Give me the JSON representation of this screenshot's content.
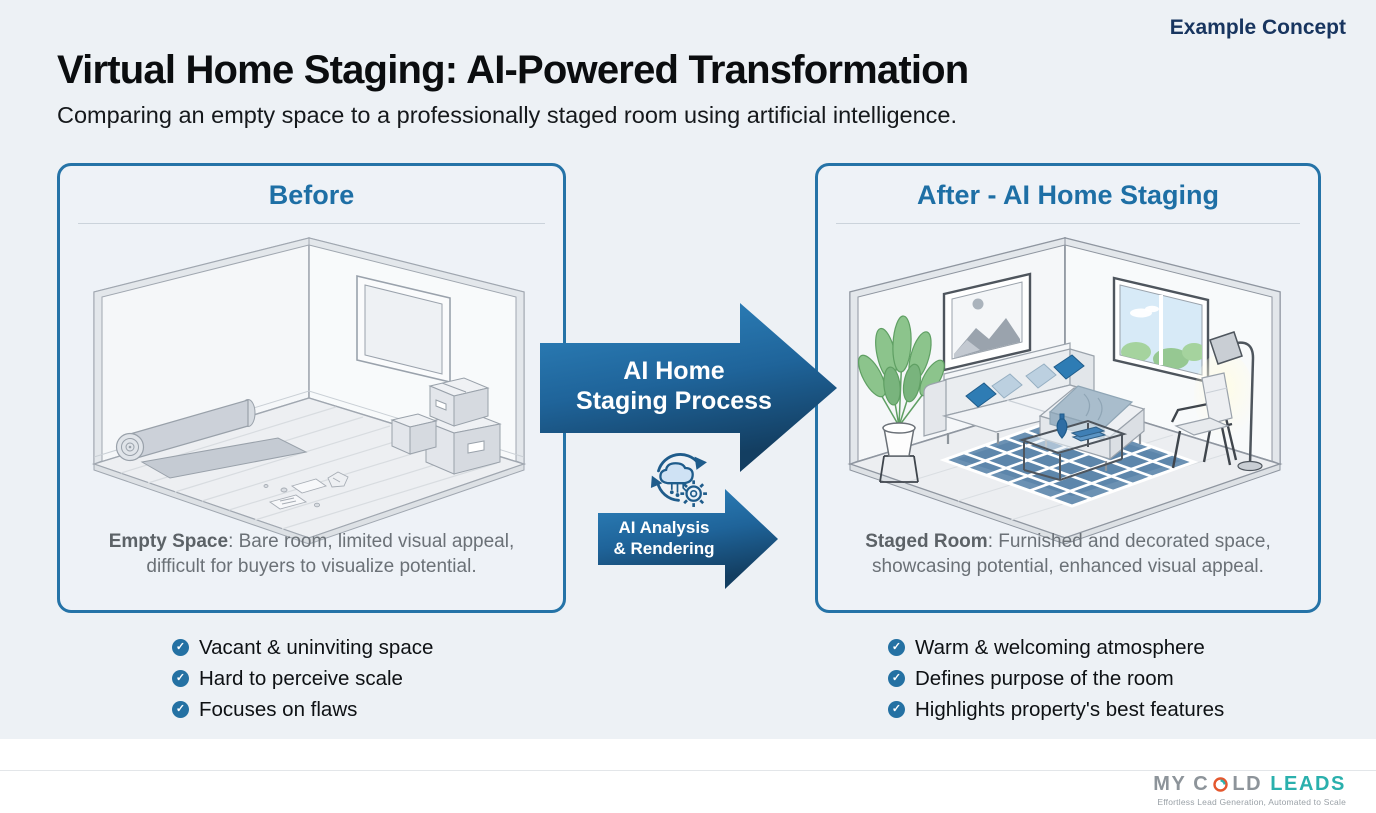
{
  "header": {
    "badge": "Example Concept",
    "title": "Virtual Home Staging: AI-Powered Transformation",
    "subtitle": "Comparing an empty space to a professionally staged room using artificial intelligence."
  },
  "before": {
    "heading": "Before",
    "caption_label": "Empty Space",
    "caption_text": ": Bare room, limited visual appeal, difficult for buyers to visualize potential.",
    "bullets": [
      "Vacant & uninviting space",
      "Hard to perceive scale",
      "Focuses on flaws"
    ],
    "illustration": "isometric empty room with window, rolled rug, moving boxes, scattered papers"
  },
  "after": {
    "heading": "After - AI Home Staging",
    "caption_label": "Staged Room",
    "caption_text": ": Furnished and decorated space, showcasing potential, enhanced visual appeal.",
    "bullets": [
      "Warm & welcoming atmosphere",
      "Defines purpose of the room",
      "Highlights property's best features"
    ],
    "illustration": "isometric staged living room with sofa, pillows, rug, plant, art, window, lamp, armchair"
  },
  "process": {
    "main_arrow_line1": "AI Home",
    "main_arrow_line2": "Staging Process",
    "sub_arrow_line1": "AI Analysis",
    "sub_arrow_line2": "& Rendering",
    "icon": "ai-cloud-gear-cycle-icon"
  },
  "footer": {
    "brand_prefix": "MY C",
    "brand_mid": "LD",
    "brand_accent": "LEADS",
    "tagline": "Effortless Lead Generation, Automated to Scale"
  },
  "colors": {
    "page_bg": "#edf1f5",
    "panel_border": "#2573a7",
    "heading_blue": "#1e6fa5",
    "navy": "#18355f",
    "arrow_dark": "#133e61",
    "arrow_light": "#2f85bf",
    "check_blue": "#2471a3",
    "pillow_blue": "#2e7cb4",
    "rug_blue": "#6b91b3",
    "plant_green": "#8cc48c",
    "brand_teal": "#2ab0ad",
    "brand_gray": "#8d949a",
    "logo_ring_orange": "#e4572e"
  }
}
